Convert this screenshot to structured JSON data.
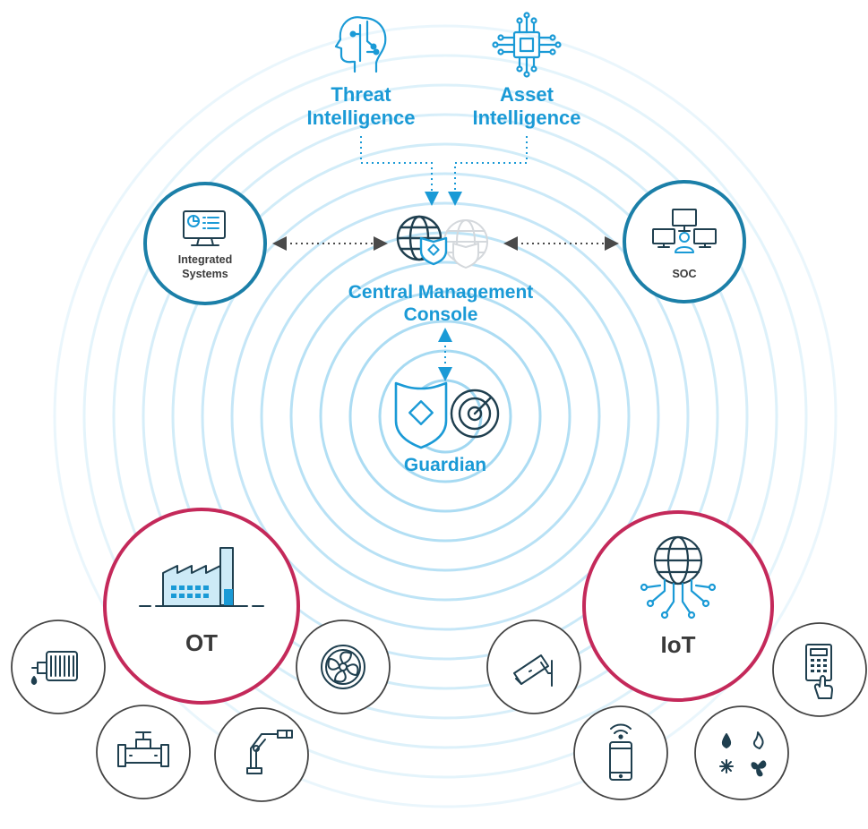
{
  "labels": {
    "threat_intelligence": "Threat\nIntelligence",
    "asset_intelligence": "Asset\nIntelligence",
    "central_console": "Central Management\nConsole",
    "guardian": "Guardian",
    "integrated_systems": "Integrated\nSystems",
    "soc": "SOC",
    "ot": "OT",
    "iot": "IoT"
  },
  "icons": {
    "threat": "ai-head-circuit-icon",
    "asset": "chip-circuit-icon",
    "console": "globe-shield-icon",
    "guardian": "shield-radar-icon",
    "integrated": "monitor-dashboard-icon",
    "soc": "network-monitors-icon",
    "ot": "factory-icon",
    "iot": "globe-network-icon",
    "ot_devices": [
      "motor-icon",
      "pipe-valve-icon",
      "robot-arm-icon",
      "fan-icon"
    ],
    "iot_devices": [
      "security-camera-icon",
      "smartphone-wifi-icon",
      "hvac-utilities-icon",
      "keypad-touch-icon"
    ]
  },
  "colors": {
    "accent_blue": "#1a9ad6",
    "ring_blue": "#1b7fa8",
    "ring_crimson": "#c4295a",
    "ripple": "#8fd0ef",
    "device_ring": "#444444",
    "dotted": "#1a9ad6"
  }
}
